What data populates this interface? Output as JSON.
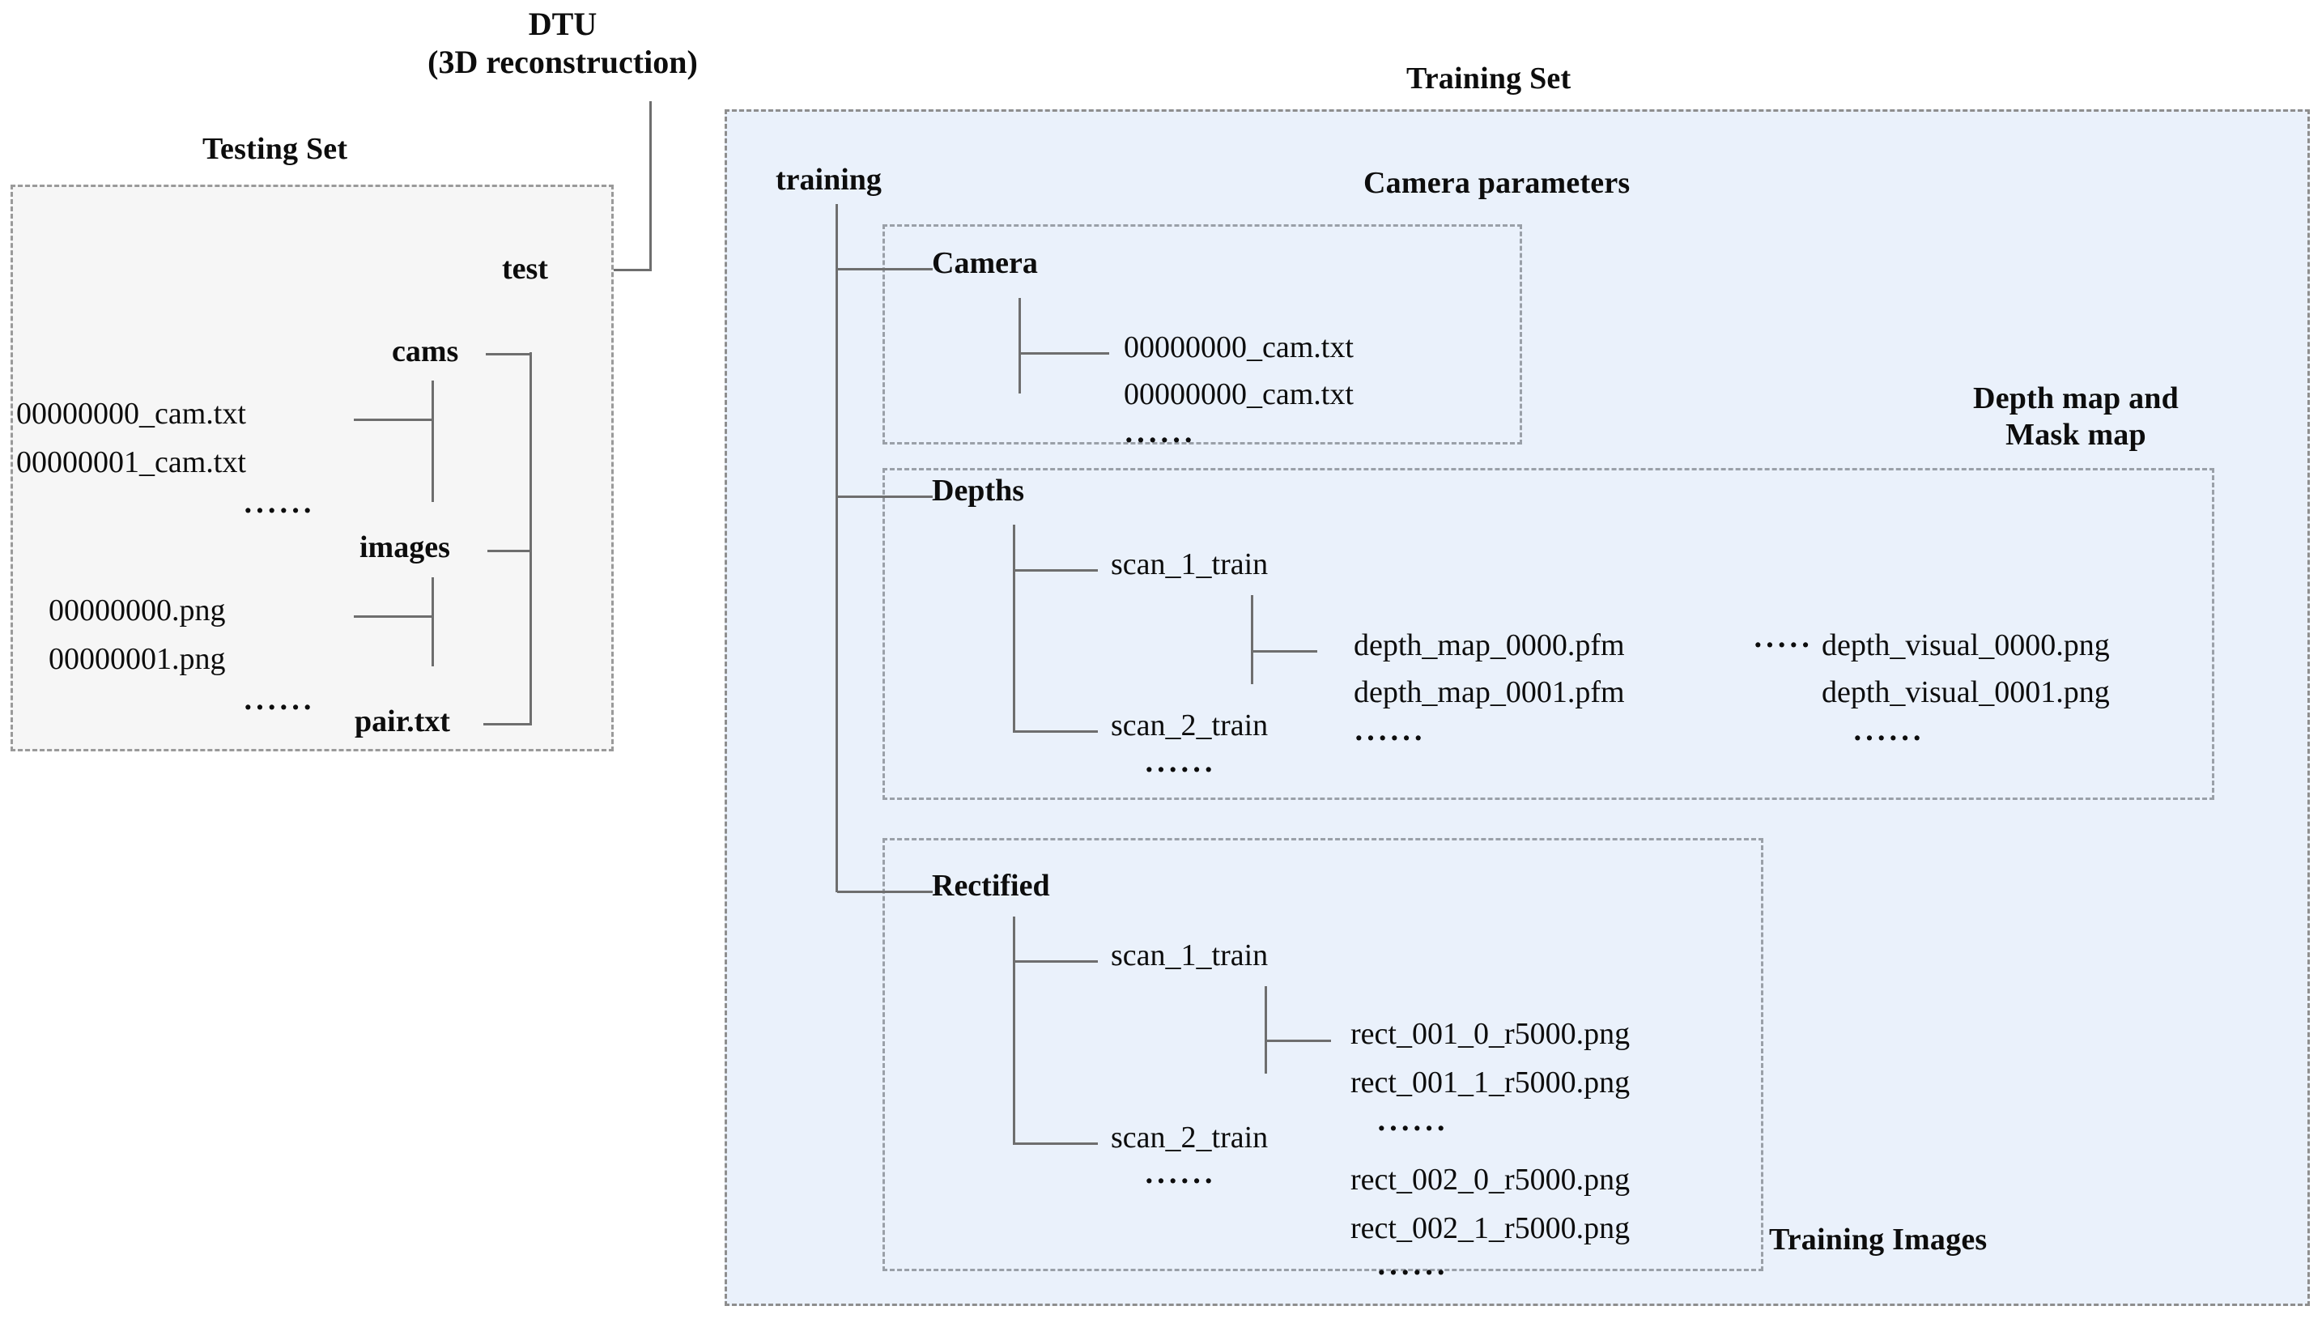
{
  "figure": {
    "root_title_line1": "DTU",
    "root_title_line2": "(3D reconstruction)"
  },
  "testing_set": {
    "caption": "Testing Set",
    "root": "test",
    "folders": [
      {
        "name": "cams",
        "files": [
          "00000000_cam.txt",
          "00000001_cam.txt"
        ],
        "ellipsis": "······"
      },
      {
        "name": "images",
        "files": [
          "00000000.png",
          "00000001.png"
        ],
        "ellipsis": "······"
      }
    ],
    "file": "pair.txt"
  },
  "training_set": {
    "caption": "Training Set",
    "root": "training",
    "groups": [
      {
        "annotation": "Camera parameters",
        "node": "Camera",
        "files": [
          "00000000_cam.txt",
          "00000000_cam.txt"
        ],
        "ellipsis": "······"
      },
      {
        "annotation_line1": "Depth map and",
        "annotation_line2": "Mask map",
        "node": "Depths",
        "scans": [
          {
            "name": "scan_1_train",
            "depth_maps": [
              "depth_map_0000.pfm",
              "depth_map_0001.pfm"
            ],
            "depth_maps_ellipsis": "······",
            "link_dots": "·····",
            "depth_visuals": [
              "depth_visual_0000.png",
              "depth_visual_0001.png"
            ],
            "depth_visuals_ellipsis": "······"
          },
          {
            "name": "scan_2_train"
          }
        ],
        "scans_ellipsis": "······"
      },
      {
        "annotation": "Training Images",
        "node": "Rectified",
        "scans": [
          {
            "name": "scan_1_train",
            "files": [
              "rect_001_0_r5000.png",
              "rect_001_1_r5000.png"
            ],
            "files_ellipsis": "······"
          },
          {
            "name": "scan_2_train",
            "files": [
              "rect_002_0_r5000.png",
              "rect_002_1_r5000.png"
            ],
            "files_ellipsis": "······"
          }
        ],
        "scans_ellipsis": "······"
      }
    ]
  },
  "colors": {
    "testing_fill": "#f6f6f6",
    "training_fill": "#eaf1fb",
    "dashed_border": "#9a9a9a",
    "connector": "#6e6e6e",
    "text": "#0d0d0d"
  }
}
